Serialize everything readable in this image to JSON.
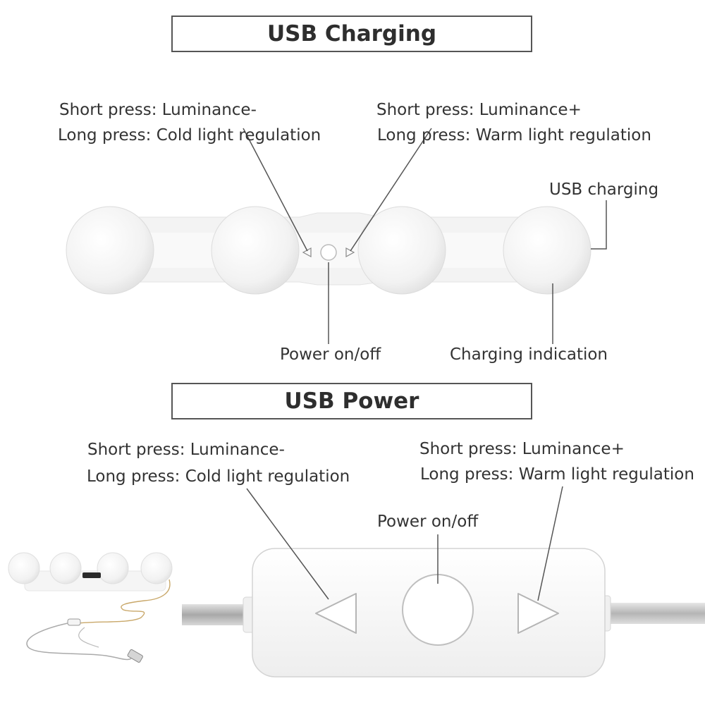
{
  "charging": {
    "title": "USB Charging",
    "left_button": {
      "short_press": "Short press: Luminance-",
      "long_press": "Long press: Cold light regulation"
    },
    "right_button": {
      "short_press": "Short press: Luminance+",
      "long_press": "Long press: Warm light regulation"
    },
    "usb_port": "USB charging",
    "power_button": "Power on/off",
    "indicator": "Charging indication"
  },
  "power": {
    "title": "USB Power",
    "left_button": {
      "short_press": "Short press: Luminance-",
      "long_press": "Long press: Cold light regulation"
    },
    "right_button": {
      "short_press": "Short press: Luminance+",
      "long_press": "Long press: Warm light regulation"
    },
    "power_button": "Power on/off"
  },
  "colors": {
    "leader_line": "#555555",
    "bulb": "#f4f4f4",
    "bar": "#f7f7f7",
    "cable": "#b9b9b9"
  },
  "icons": [
    "bulb-icon",
    "triangle-left-icon",
    "triangle-right-icon",
    "power-button-icon",
    "usb-plug-icon"
  ]
}
